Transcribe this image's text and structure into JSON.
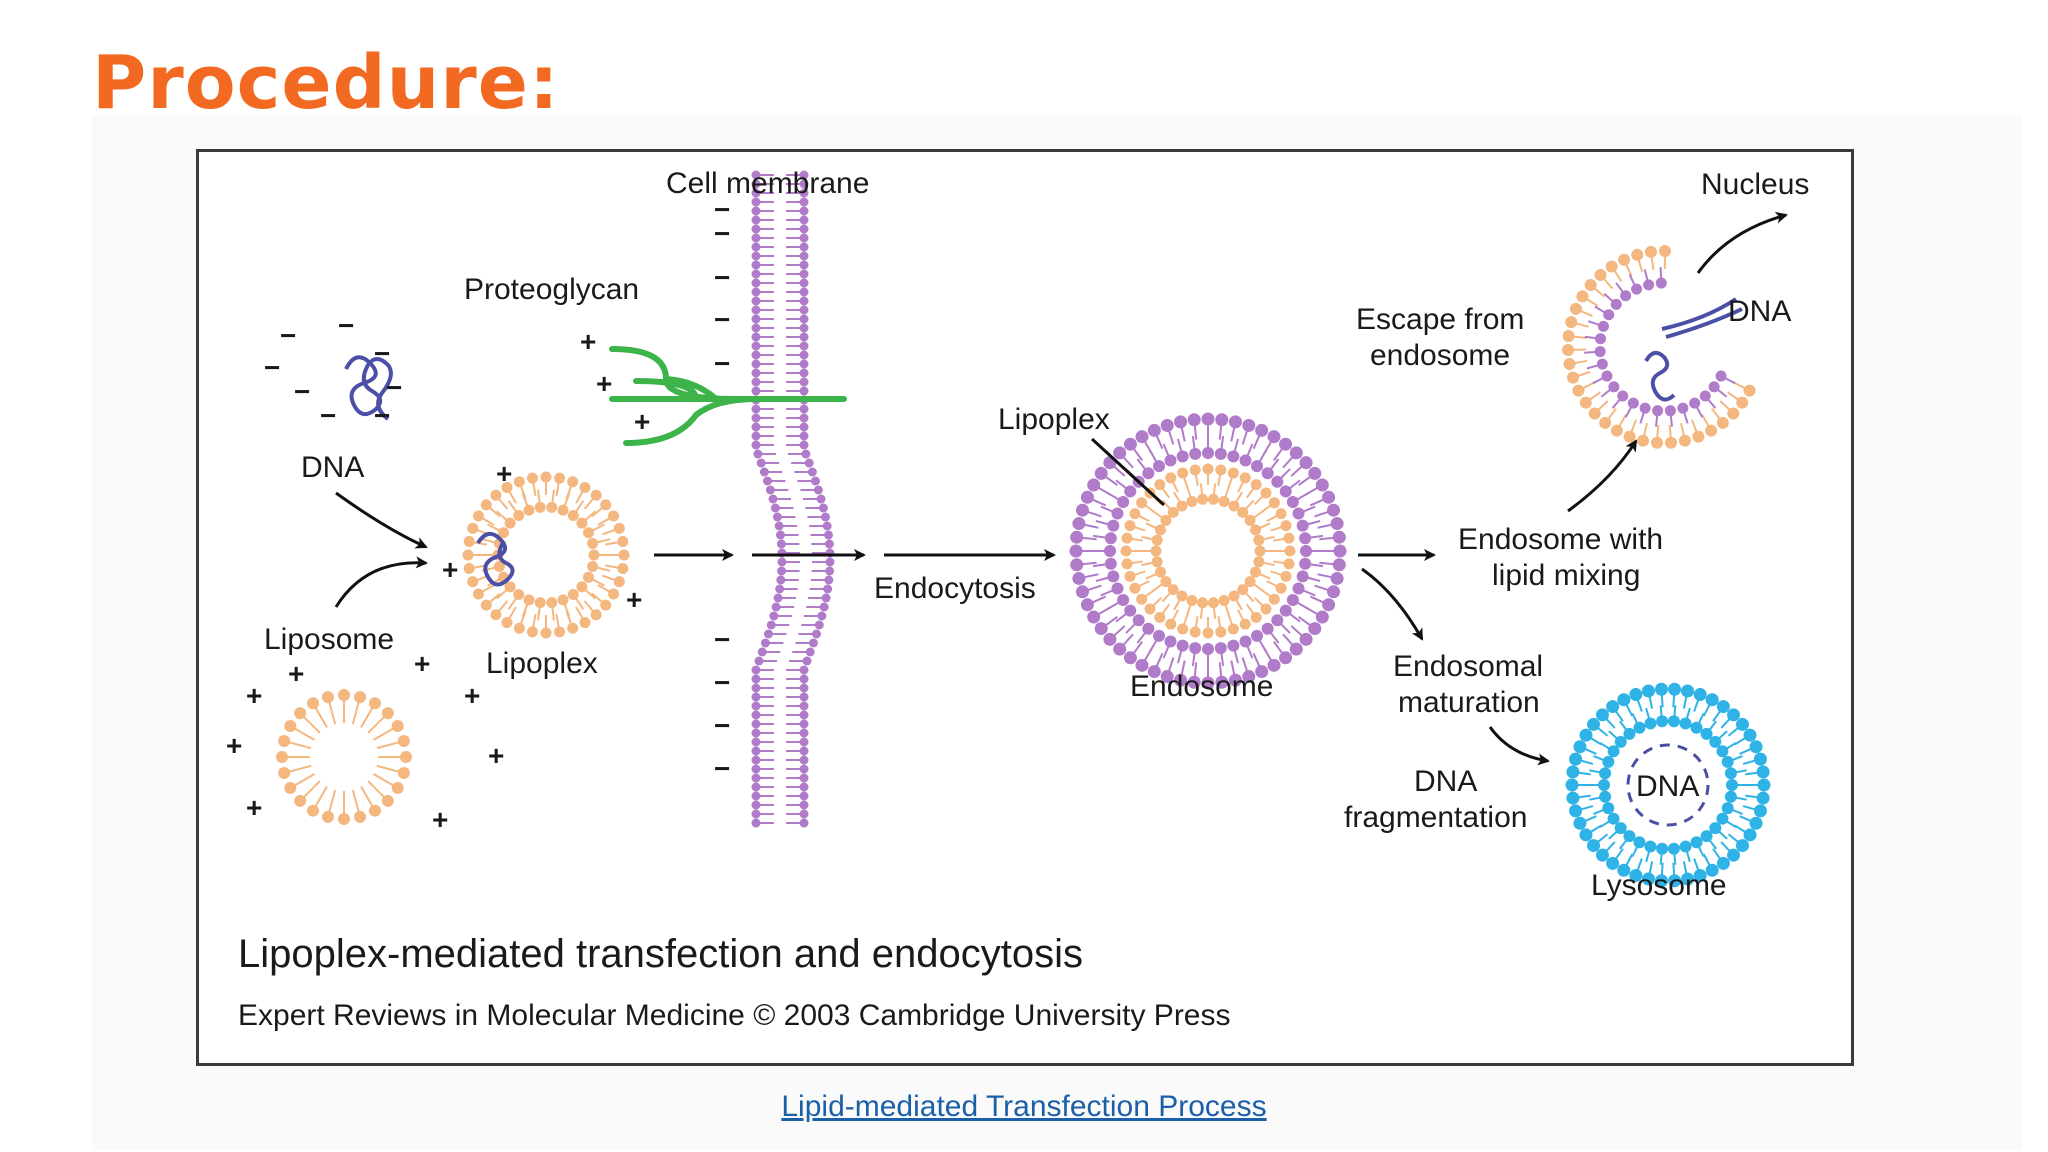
{
  "slide": {
    "title": "Procedure:",
    "link_text": "Lipid-mediated Transfection Process"
  },
  "colors": {
    "title": "#f26a21",
    "link": "#1a5fa8",
    "liposome": "#f4b77f",
    "membrane": "#b07bc9",
    "proteoglycan": "#3cb44a",
    "lysosome": "#2fb3e6",
    "dna": "#4b4fa6"
  },
  "diagram": {
    "labels": {
      "cell_membrane": "Cell membrane",
      "proteoglycan": "Proteoglycan",
      "dna_top": "DNA",
      "liposome": "Liposome",
      "lipoplex_left": "Lipoplex",
      "endocytosis": "Endocytosis",
      "lipoplex_center": "Lipoplex",
      "endosome": "Endosome",
      "escape_line1": "Escape from",
      "escape_line2": "endosome",
      "nucleus": "Nucleus",
      "dna_escaped": "DNA",
      "endosome_mixing_line1": "Endosome with",
      "endosome_mixing_line2": "lipid mixing",
      "endosomal_maturation_line1": "Endosomal",
      "endosomal_maturation_line2": "maturation",
      "dna_fragmentation_line1": "DNA",
      "dna_fragmentation_line2": "fragmentation",
      "dna_lysosome": "DNA",
      "lysosome": "Lysosome"
    },
    "caption_title": "Lipoplex-mediated transfection and endocytosis",
    "caption_credit": "Expert Reviews in Molecular Medicine © 2003 Cambridge University Press"
  }
}
